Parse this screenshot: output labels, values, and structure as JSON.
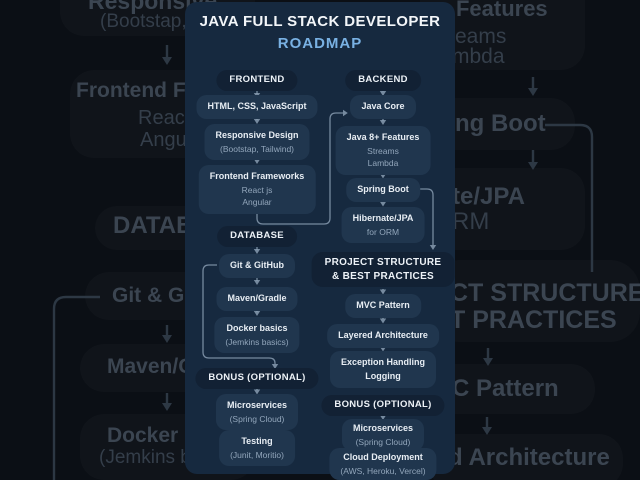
{
  "title": {
    "line1": "JAVA FULL STACK DEVELOPER",
    "line2": "ROADMAP"
  },
  "colors": {
    "outer_background": "#0b0f15",
    "panel_background": "#16293f",
    "header_box": "#122134",
    "node_box": "#20364e",
    "title_text": "#f3f6f9",
    "accent_roadmap": "#79b1e3",
    "node_title_text": "#e8eef4",
    "node_sub_text": "#92a6bb",
    "connector": "#8ea2b8",
    "ghost_text": "#3b4551"
  },
  "left": [
    {
      "kind": "header",
      "label": "FRONTEND"
    },
    {
      "kind": "node",
      "title": "HTML, CSS, JavaScript"
    },
    {
      "kind": "node",
      "title": "Responsive Design",
      "sub1": "(Bootstap, Tailwind)"
    },
    {
      "kind": "node",
      "title": "Frontend Frameworks",
      "sub1": "React js",
      "sub2": "Angular"
    },
    {
      "kind": "header",
      "label": "DATABASE"
    },
    {
      "kind": "node",
      "title": "Git & GitHub"
    },
    {
      "kind": "node",
      "title": "Maven/Gradle"
    },
    {
      "kind": "node",
      "title": "Docker basics",
      "sub1": "(Jemkins basics)"
    },
    {
      "kind": "header",
      "label": "BONUS (OPTIONAL)"
    },
    {
      "kind": "node",
      "title": "Microservices",
      "sub1": "(Spring Cloud)"
    },
    {
      "kind": "node",
      "title": "Testing",
      "sub1": "(Junit, Moritio)"
    }
  ],
  "right": [
    {
      "kind": "header",
      "label": "BACKEND"
    },
    {
      "kind": "node",
      "title": "Java Core"
    },
    {
      "kind": "node",
      "title": "Java 8+ Features",
      "sub1": "Streams",
      "sub2": "Lambda"
    },
    {
      "kind": "node",
      "title": "Spring Boot"
    },
    {
      "kind": "node",
      "title": "Hibernate/JPA",
      "sub1": "for ORM"
    },
    {
      "kind": "header",
      "label": "PROJECT STRUCTURE",
      "label2": "& BEST PRACTICES"
    },
    {
      "kind": "node",
      "title": "MVC Pattern"
    },
    {
      "kind": "node",
      "title": "Layered Architecture"
    },
    {
      "kind": "node",
      "title": "Exception Handling",
      "title2": "Logging"
    },
    {
      "kind": "header",
      "label": "BONUS (OPTIONAL)"
    },
    {
      "kind": "node",
      "title": "Microservices",
      "sub1": "(Spring Cloud)"
    },
    {
      "kind": "node",
      "title": "Cloud Deployment",
      "sub1": "(AWS, Heroku, Vercel)"
    }
  ],
  "bg": {
    "left": [
      "Responsive",
      "(Bootstap, Ta",
      "Frontend Fra",
      "React",
      "Angul",
      "DATABA",
      "Git & Git",
      "Maven/G",
      "Docker ba",
      "(Jemkins b"
    ],
    "right": [
      "+ Features",
      "eams",
      "mbda",
      "ng Boot",
      "te/JPA",
      "RM",
      "CT STRUCTURE",
      "T PRACTICES",
      "C Pattern",
      "d Architecture"
    ]
  }
}
